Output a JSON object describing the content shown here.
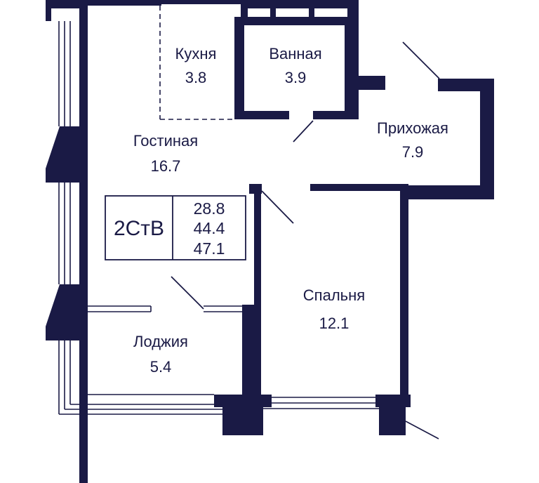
{
  "plan": {
    "wall_color": "#1a1a45",
    "badge": {
      "type": "2СтВ",
      "areas": [
        "28.8",
        "44.4",
        "47.1"
      ]
    },
    "rooms": [
      {
        "id": "kitchen",
        "name": "Кухня",
        "area": "3.8"
      },
      {
        "id": "bathroom",
        "name": "Ванная",
        "area": "3.9"
      },
      {
        "id": "hallway",
        "name": "Прихожая",
        "area": "7.9"
      },
      {
        "id": "living",
        "name": "Гостиная",
        "area": "16.7"
      },
      {
        "id": "bedroom",
        "name": "Спальня",
        "area": "12.1"
      },
      {
        "id": "loggia",
        "name": "Лоджия",
        "area": "5.4"
      }
    ]
  }
}
